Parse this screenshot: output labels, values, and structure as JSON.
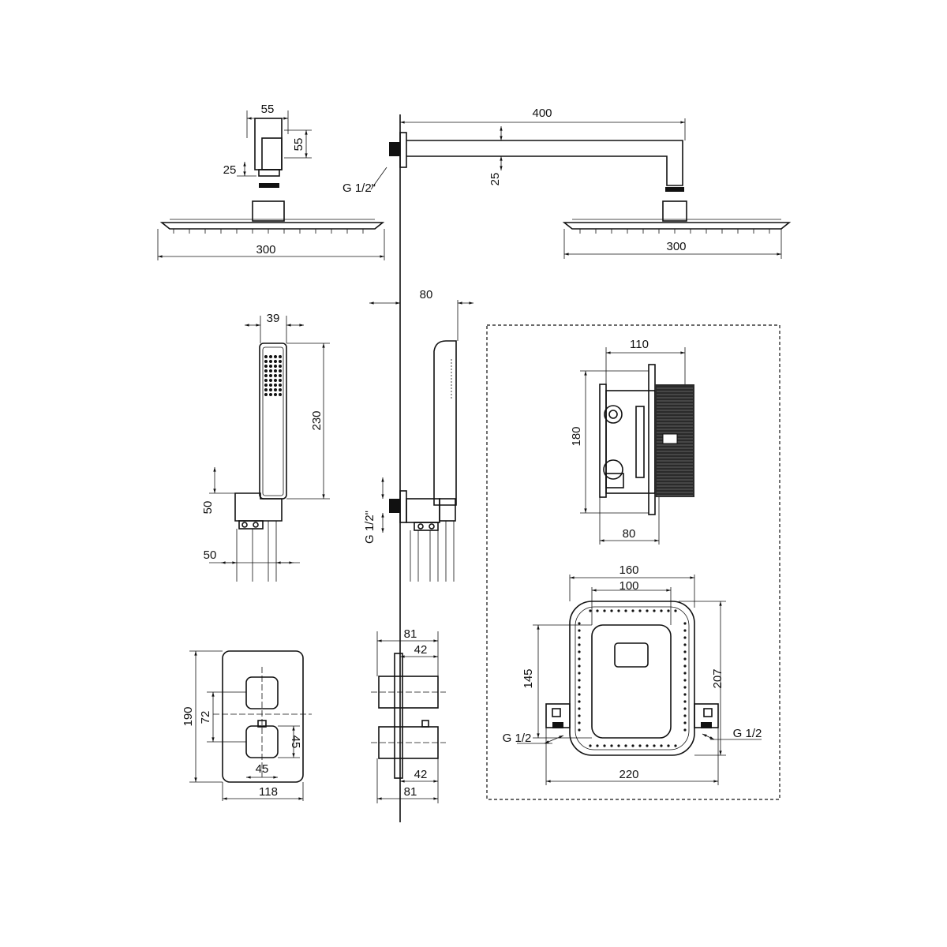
{
  "title": "Shower set technical drawing",
  "dims": {
    "overhead_bracket_width": "55",
    "overhead_bracket_height": "55",
    "overhead_connector": "25",
    "head_left_width": "300",
    "arm_length": "400",
    "arm_height": "25",
    "arm_thread": "G 1/2\"",
    "head_right_width": "300",
    "hand_side_depth": "80",
    "hand_width": "39",
    "hand_length": "230",
    "bracket_height": "50",
    "bracket_offset": "50",
    "hand_thread": "G 1/2\"",
    "valve_depth": "110",
    "valve_height": "180",
    "valve_min_depth": "80",
    "box_outer_width": "160",
    "box_inner_width": "100",
    "box_inner_height": "145",
    "box_outer_height": "207",
    "inlet_left": "G 1/2",
    "inlet_right": "G 1/2",
    "box_total_width": "220",
    "trim_depth_top": "81",
    "knob_depth_top": "42",
    "knob_depth_bottom": "42",
    "trim_depth_bottom": "81",
    "plate_height": "190",
    "knob_spacing": "72",
    "knob_height": "45",
    "knob_width": "45",
    "plate_width": "118"
  }
}
